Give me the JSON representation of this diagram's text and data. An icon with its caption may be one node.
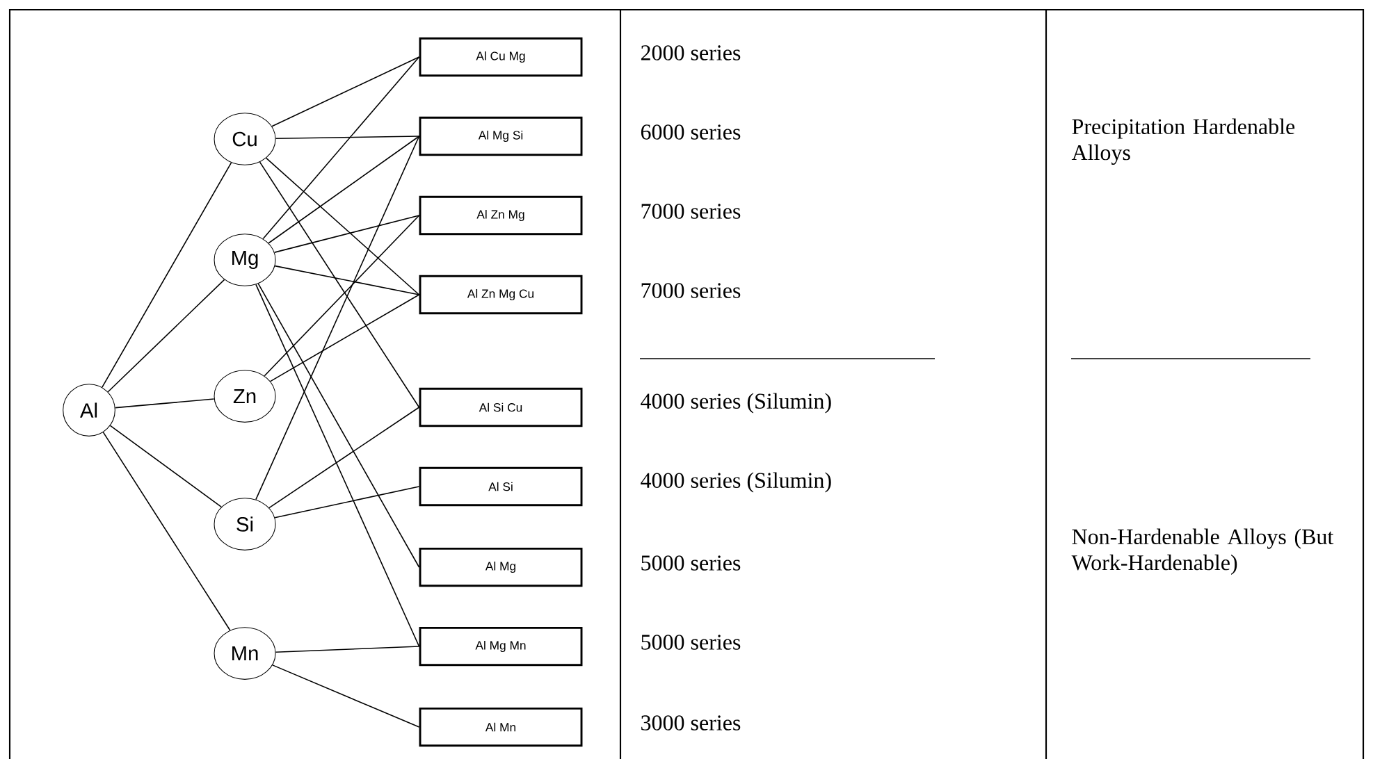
{
  "diagram": {
    "nodes": [
      {
        "text": [
          "Al"
        ]
      },
      {
        "text": [
          "Cu"
        ]
      },
      {
        "text": [
          "Mg"
        ]
      },
      {
        "text": [
          "Zn"
        ]
      },
      {
        "text": [
          "Si"
        ]
      },
      {
        "text": [
          "Mn"
        ]
      },
      {
        "text": [
          "Al Cu Mg"
        ],
        "beside": [
          "2000 series"
        ]
      },
      {
        "text": [
          "Al Mg Si"
        ],
        "beside": [
          "6000 series"
        ]
      },
      {
        "text": [
          "Al Zn Mg"
        ],
        "beside": [
          "7000 series"
        ]
      },
      {
        "text": [
          "Al Zn Mg Cu"
        ],
        "beside": [
          "7000 series"
        ]
      },
      {
        "text": [
          "Al Si Cu"
        ],
        "beside": [
          "4000 series (Silumin)"
        ]
      },
      {
        "text": [
          "Al Si"
        ],
        "beside": [
          "4000 series (Silumin)"
        ]
      },
      {
        "text": [
          "Al Mg"
        ],
        "beside": [
          "5000 series"
        ]
      },
      {
        "text": [
          "Al Mg Mn"
        ],
        "beside": [
          "5000 series"
        ]
      },
      {
        "text": [
          "Al Mn"
        ],
        "beside": [
          "3000 series"
        ]
      }
    ],
    "edges": [
      {
        "from": 0,
        "to": 1,
        "arrow": "none"
      },
      {
        "from": 0,
        "to": 2,
        "arrow": "none"
      },
      {
        "from": 0,
        "to": 3,
        "arrow": "none"
      },
      {
        "from": 0,
        "to": 4,
        "arrow": "none"
      },
      {
        "from": 0,
        "to": 5,
        "arrow": "none"
      },
      {
        "from": 1,
        "to": 6,
        "arrow": "none"
      },
      {
        "from": 1,
        "to": 7,
        "arrow": "none"
      },
      {
        "from": 1,
        "to": 9,
        "arrow": "none"
      },
      {
        "from": 1,
        "to": 10,
        "arrow": "none"
      },
      {
        "from": 2,
        "to": 6,
        "arrow": "none"
      },
      {
        "from": 2,
        "to": 7,
        "arrow": "none"
      },
      {
        "from": 2,
        "to": 8,
        "arrow": "none"
      },
      {
        "from": 2,
        "to": 9,
        "arrow": "none"
      },
      {
        "from": 2,
        "to": 12,
        "arrow": "none"
      },
      {
        "from": 2,
        "to": 13,
        "arrow": "none"
      },
      {
        "from": 3,
        "to": 8,
        "arrow": "none"
      },
      {
        "from": 3,
        "to": 9,
        "arrow": "none"
      },
      {
        "from": 4,
        "to": 7,
        "arrow": "none"
      },
      {
        "from": 4,
        "to": 10,
        "arrow": "none"
      },
      {
        "from": 4,
        "to": 11,
        "arrow": "none"
      },
      {
        "from": 5,
        "to": 13,
        "arrow": "none"
      },
      {
        "from": 5,
        "to": 14,
        "arrow": "none"
      }
    ],
    "labels": [
      "Precipitation Hardenable Alloys",
      "Non-Hardenable Alloys (But Work-Hardenable)"
    ]
  }
}
